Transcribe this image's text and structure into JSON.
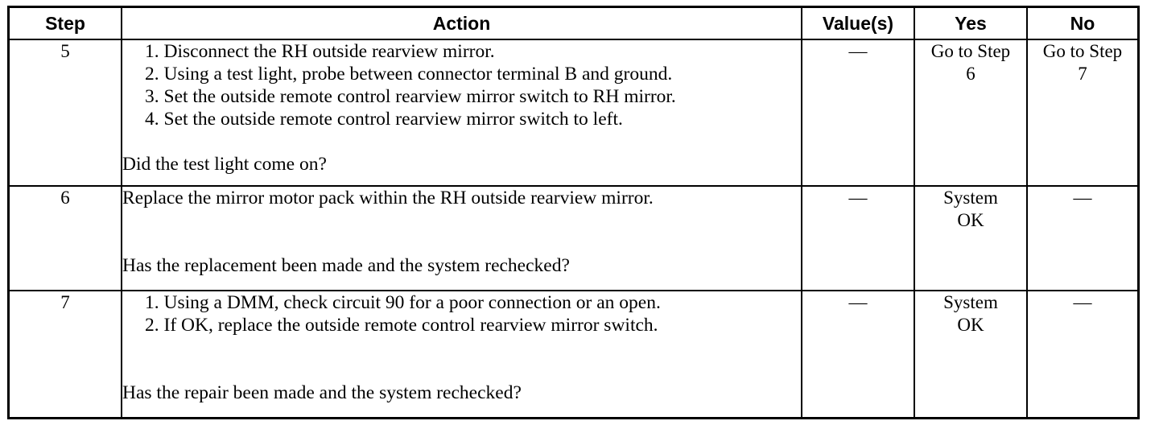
{
  "table": {
    "columns": [
      {
        "key": "step",
        "label": "Step"
      },
      {
        "key": "action",
        "label": "Action"
      },
      {
        "key": "value",
        "label": "Value(s)"
      },
      {
        "key": "yes",
        "label": "Yes"
      },
      {
        "key": "no",
        "label": "No"
      }
    ],
    "rows": [
      {
        "step": "5",
        "action_items": [
          "1. Disconnect the RH outside rearview mirror.",
          "2. Using a test light, probe between connector terminal B and ground.",
          "3. Set the outside remote control rearview mirror switch to RH mirror.",
          "4. Set the outside remote control rearview mirror switch to left."
        ],
        "action_question": "Did the test light come on?",
        "value": "—",
        "yes_line1": "Go to Step",
        "yes_line2": "6",
        "no_line1": "Go to Step",
        "no_line2": "7"
      },
      {
        "step": "6",
        "action_items": [
          "Replace the mirror motor pack within the RH outside rearview mirror."
        ],
        "action_question": "Has the replacement been made and the system rechecked?",
        "value": "—",
        "yes_line1": "System",
        "yes_line2": "OK",
        "no_line1": "—",
        "no_line2": ""
      },
      {
        "step": "7",
        "action_items": [
          "1. Using a DMM, check circuit 90 for a poor connection or an open.",
          "2. If OK, replace the outside remote control rearview mirror switch."
        ],
        "action_question": "Has the repair been made and the system rechecked?",
        "value": "—",
        "yes_line1": "System",
        "yes_line2": "OK",
        "no_line1": "—",
        "no_line2": ""
      }
    ]
  },
  "colors": {
    "ink": "#000000",
    "paper": "#ffffff"
  }
}
